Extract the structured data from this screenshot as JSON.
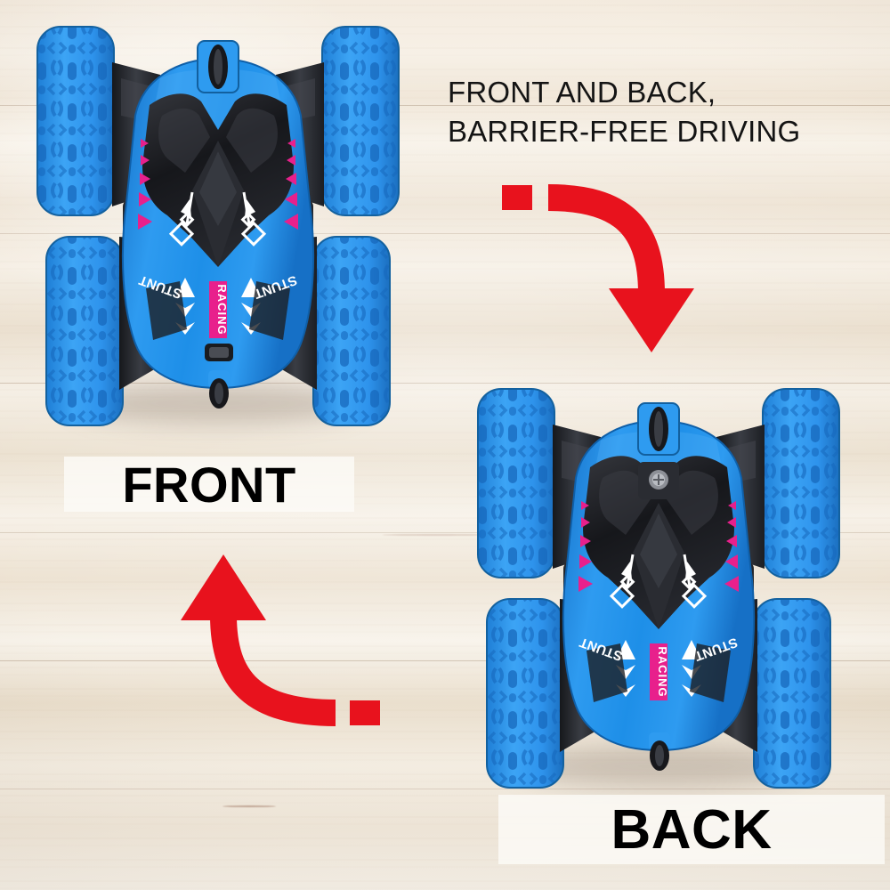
{
  "scene": {
    "background": "whitewashed-wood-plank",
    "background_colors": [
      "#F3EADD",
      "#E8DCC9",
      "#F7F2E9"
    ]
  },
  "headline": {
    "line1": "FRONT AND BACK,",
    "line2": "BARRIER-FREE DRIVING",
    "color": "#141414"
  },
  "labels": {
    "front": "FRONT",
    "back": "BACK",
    "text_color": "#000000",
    "plate_color": "#FDFBF8"
  },
  "arrows": {
    "color": "#E8121D",
    "down": {
      "name": "curved-arrow-down",
      "direction": "down",
      "has_tail_dash": true
    },
    "up": {
      "name": "curved-arrow-up",
      "direction": "up",
      "has_tail_dash": true
    }
  },
  "product": {
    "name": "rc-stunt-car",
    "body_color": "#1E8FE8",
    "body_color_dark": "#0E63B4",
    "tire_color": "#2E9BF0",
    "chassis_color": "#2B2D33",
    "hood_color": "#1B1C20",
    "accent_pink": "#E8208C",
    "decal_white": "#FFFFFF",
    "decals": {
      "side_left": "STUNT",
      "side_right": "STUNT",
      "center": "RACING"
    },
    "wheel_count": 4,
    "views": [
      {
        "id": "front-view",
        "label": "FRONT",
        "orientation": "top-down"
      },
      {
        "id": "back-view",
        "label": "BACK",
        "orientation": "top-down-flipped"
      }
    ]
  }
}
